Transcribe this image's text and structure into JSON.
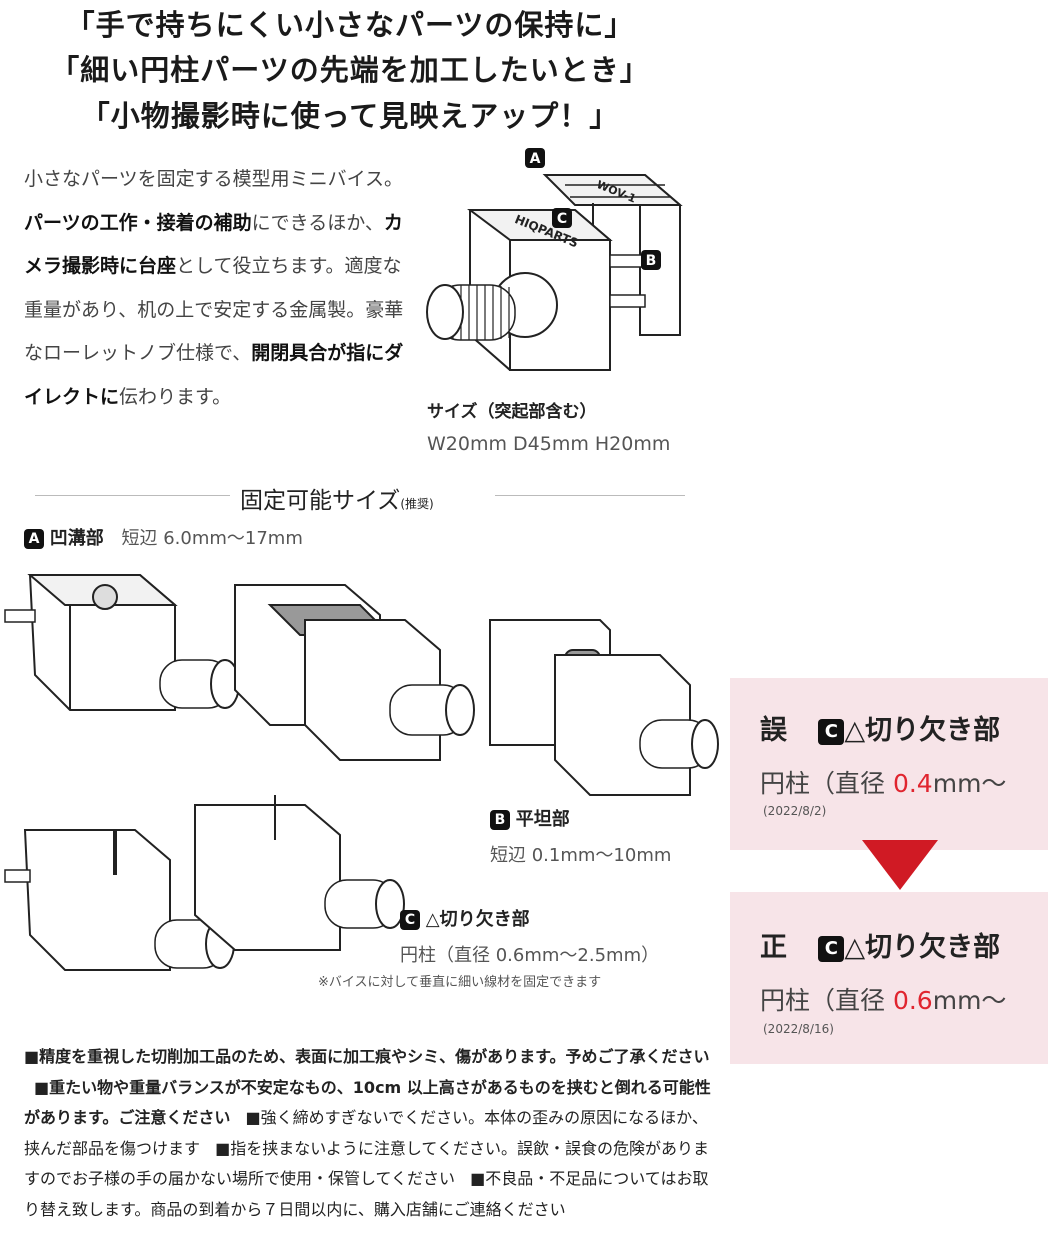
{
  "headlines": [
    "「手で持ちにくい小さなパーツの保持に」",
    "「細い円柱パーツの先端を加工したいとき」",
    "「小物撮影時に使って見映えアップ！」"
  ],
  "intro": {
    "p1": "小さなパーツを固定する模型用ミニバイス。",
    "b1": "パーツの工作・接着の補助",
    "p2": "にできるほか、",
    "b2": "カメラ撮影時に台座",
    "p3": "として役立ちます。適度な重量があり、机の上で安定する金属製。豪華なローレットノブ仕様で、",
    "b3": "開閉具合が指にダイレクトに",
    "p4": "伝わります。"
  },
  "product": {
    "brand": "HIQPARTS",
    "model": "WOV-1",
    "badge_a": "A",
    "badge_b": "B",
    "badge_c": "C"
  },
  "size": {
    "label": "サイズ（突起部含む）",
    "value": "W20mm D45mm H20mm"
  },
  "capacity": {
    "title": "固定可能サイズ",
    "title_note": "(推奨)",
    "a_badge": "A",
    "a_label": "凹溝部",
    "a_value": "短辺 6.0mm〜17mm",
    "b_badge": "B",
    "b_label": "平坦部",
    "b_value": "短辺 0.1mm〜10mm",
    "c_badge": "C",
    "c_label": "△切り欠き部",
    "c_value": "円柱（直径 0.6mm〜2.5mm）",
    "c_note": "※バイスに対して垂直に細い線材を固定できます"
  },
  "correction": {
    "wrong_mark": "誤",
    "wrong_badge": "C",
    "wrong_title": "△切り欠き部",
    "wrong_prefix": "円柱（直径 ",
    "wrong_value": "0.4",
    "wrong_suffix": "mm〜",
    "wrong_date": "(2022/8/2)",
    "right_mark": "正",
    "right_badge": "C",
    "right_title": "△切り欠き部",
    "right_prefix": "円柱（直径 ",
    "right_value": "0.6",
    "right_suffix": "mm〜",
    "right_date": "(2022/8/16)",
    "accent": "#e0252f",
    "arrow_color": "#d01a24",
    "box_color": "#f7e4e8"
  },
  "notes": {
    "n1": "■精度を重視した切削加工品のため、表面に加工痕やシミ、傷があります。予めご了承ください",
    "n2": "■重たい物や重量バランスが不安定なもの、10cm 以上高さがあるものを挟むと倒れる可能性があります。ご注意ください",
    "n3": "■強く締めすぎないでください。本体の歪みの原因になるほか、挟んだ部品を傷つけます",
    "n4": "■指を挟まないように注意してください。誤飲・誤食の危険がありますのでお子様の手の届かない場所で使用・保管してください",
    "n5": "■不良品・不足品についてはお取り替え致します。商品の到着から７日間以内に、購入店舗にご連絡ください"
  }
}
